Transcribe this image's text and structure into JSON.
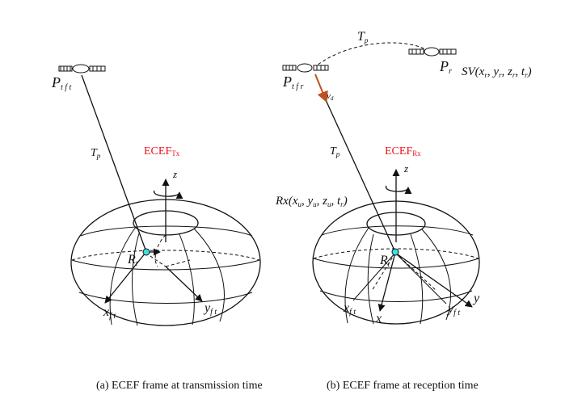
{
  "left_panel": {
    "satellite_label": "P",
    "satellite_sub": "t f t",
    "path_label": "T",
    "path_sub": "p",
    "frame_label": "ECEF",
    "frame_sub": "Tx",
    "z_label": "z",
    "receiver_label": "R",
    "receiver_sub": "t",
    "x_axis_label": "x",
    "x_axis_sub": "f t",
    "y_axis_label": "y",
    "y_axis_sub": "f t",
    "caption": "(a)  ECEF frame at transmission time"
  },
  "right_panel": {
    "sat_tx_label": "P",
    "sat_tx_sub": "t f r",
    "sat_rx_label": "P",
    "sat_rx_sub": "r",
    "sv_label": "SV(x",
    "sv_tail": ", y",
    "sv_z": ", z",
    "sv_t": ", t",
    "sv_close": ")",
    "sv_sub_r": "r",
    "orbit_label": "T",
    "orbit_sub": "p",
    "velocity_label": "v",
    "velocity_sub": "d",
    "path_label": "T",
    "path_sub": "p",
    "frame_label": "ECEF",
    "frame_sub": "Rx",
    "z_label": "z",
    "rx_label": "Rx(x",
    "rx_y": ", y",
    "rx_z": ", z",
    "rx_t": ", t",
    "rx_close": ")",
    "rx_sub_u": "u",
    "rx_sub_r": "r",
    "receiver_label": "R",
    "receiver_sub": "t",
    "x_ft_label": "x",
    "x_ft_sub": "f t",
    "x_label": "x",
    "y_ft_label": "y",
    "y_ft_sub": "f t",
    "y_label": "y",
    "caption": "(b)  ECEF frame at reception time"
  },
  "colors": {
    "frame_label": "#e8141e",
    "receiver_dot": "#3fe0e0",
    "velocity_arrow": "#c0501e"
  }
}
